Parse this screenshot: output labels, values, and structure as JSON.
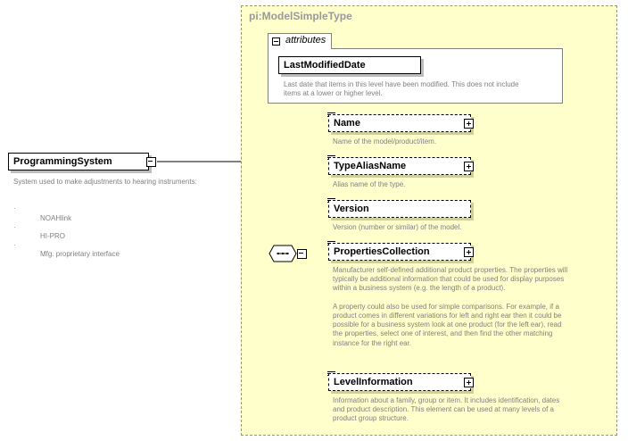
{
  "complex_type": {
    "title": "pi:ModelSimpleType"
  },
  "root": {
    "name": "ProgrammingSystem",
    "description": "System used to make adjustments to hearing instruments:",
    "bullets": [
      {
        "mark": "·",
        "text": "NOAHlink"
      },
      {
        "mark": "·",
        "text": "HI-PRO"
      },
      {
        "mark": "·",
        "text": "Mfg. proprietary interface"
      }
    ]
  },
  "attributes": {
    "label": "attributes",
    "items": [
      {
        "name": "LastModifiedDate",
        "description": "Last date that items in this level have been modified. This does not include\nitems at a lower or higher level."
      }
    ]
  },
  "elements": [
    {
      "name": "Name",
      "expandable": true,
      "description": "Name of the model/product/item."
    },
    {
      "name": "TypeAliasName",
      "expandable": true,
      "description": "Alias name of the type."
    },
    {
      "name": "Version",
      "expandable": false,
      "description": "Version (number or similar) of the model."
    },
    {
      "name": "PropertiesCollection",
      "expandable": true,
      "description": "Manufacturer self-defined additional product properties.  The properties will\ntypically be additional information that could be used for display purposes\nwithin a business system (e.g. the length of a product).\n\nA property could also be used for simple comparisons.  For example, if a\nproduct comes in different variations for left and right ear then it could be\npossible for a business system look at one product (for the left ear), read\nthe properties, select one of interest, and then find the other matching\ninstance for the right ear."
    },
    {
      "name": "LevelInformation",
      "expandable": true,
      "description": "Information about a family, group or item. It includes identification, dates\nand product description. This element can be used at many levels of a\nproduct group structure."
    }
  ]
}
